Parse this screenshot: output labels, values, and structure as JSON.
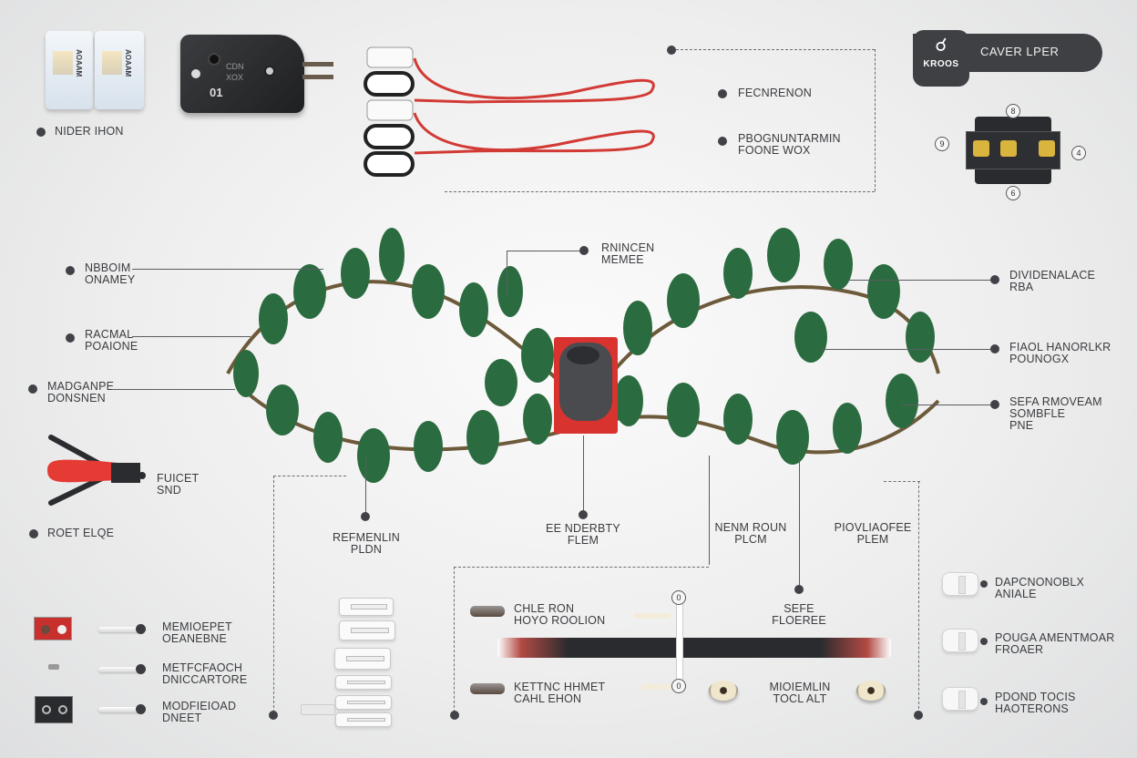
{
  "badge": {
    "icon": "bell-pepper-icon",
    "icon_caption": "KROOS",
    "title": "CAVER LPER"
  },
  "top": {
    "socket_label": "NIDER IHON",
    "plug_marks": [
      "CDN",
      "XOX",
      "01"
    ],
    "bracket_items": [
      {
        "label": "FECNRENON"
      },
      {
        "label": "PBOGNUNTARMIN\nFOONE WOX"
      }
    ],
    "chip_markers": [
      "8",
      "9",
      "4",
      "6"
    ]
  },
  "left_labels": [
    {
      "label": "NBBOIM\nONAMEY"
    },
    {
      "label": "RACMAL\nPOAIONE"
    },
    {
      "label": "MADGANPE\nDONSNEN"
    }
  ],
  "left_tool": {
    "label": "FUICET\nSND",
    "bottom_label": "ROET ELQE"
  },
  "center_label": "RNINCEN\nMEMEE",
  "right_labels": [
    {
      "label": "DIVIDENALACE\nRBA"
    },
    {
      "label": "FIAOL HANORLKR\nPOUNOGX"
    },
    {
      "label": "SEFA RMOVEAM\nSOMBFLE\nPNE"
    }
  ],
  "mid_labels": [
    {
      "label": "REFMENLIN\nPLDN"
    },
    {
      "label": "EE NDERBTY\nFLEM"
    },
    {
      "label": "NENM ROUN\nPLCM"
    },
    {
      "label": "PIOVLIAOFEE\nPLEM"
    }
  ],
  "bottom_left": [
    {
      "label": "MEMIOEPET\nOEANEBNE"
    },
    {
      "label": "METFCFAOCH\nDNICCARTORE"
    },
    {
      "label": "MODFIEIOAD\nDNEET"
    }
  ],
  "bottom_center": {
    "cable_top": "CHLE RON\nHOYO ROOLION",
    "cable_bottom": "KETTNC HHMET\nCAHL EHON",
    "junction_top": "SEFE\nFLOEREE",
    "junction_bottom": "MIOIEMLIN\nTOCL ALT",
    "bar_markers": [
      "0",
      "0"
    ]
  },
  "bottom_right": [
    {
      "label": "DAPCNONOBLX\nANIALE"
    },
    {
      "label": "POUGA AMENTMOAR\nFROAER"
    },
    {
      "label": "PDOND TOCIS\nHAOTERONS"
    }
  ],
  "colors": {
    "leaf": "#2a6b3f",
    "accent_red": "#d8322f",
    "badge": "#3f4044",
    "line": "#5a5c60"
  }
}
